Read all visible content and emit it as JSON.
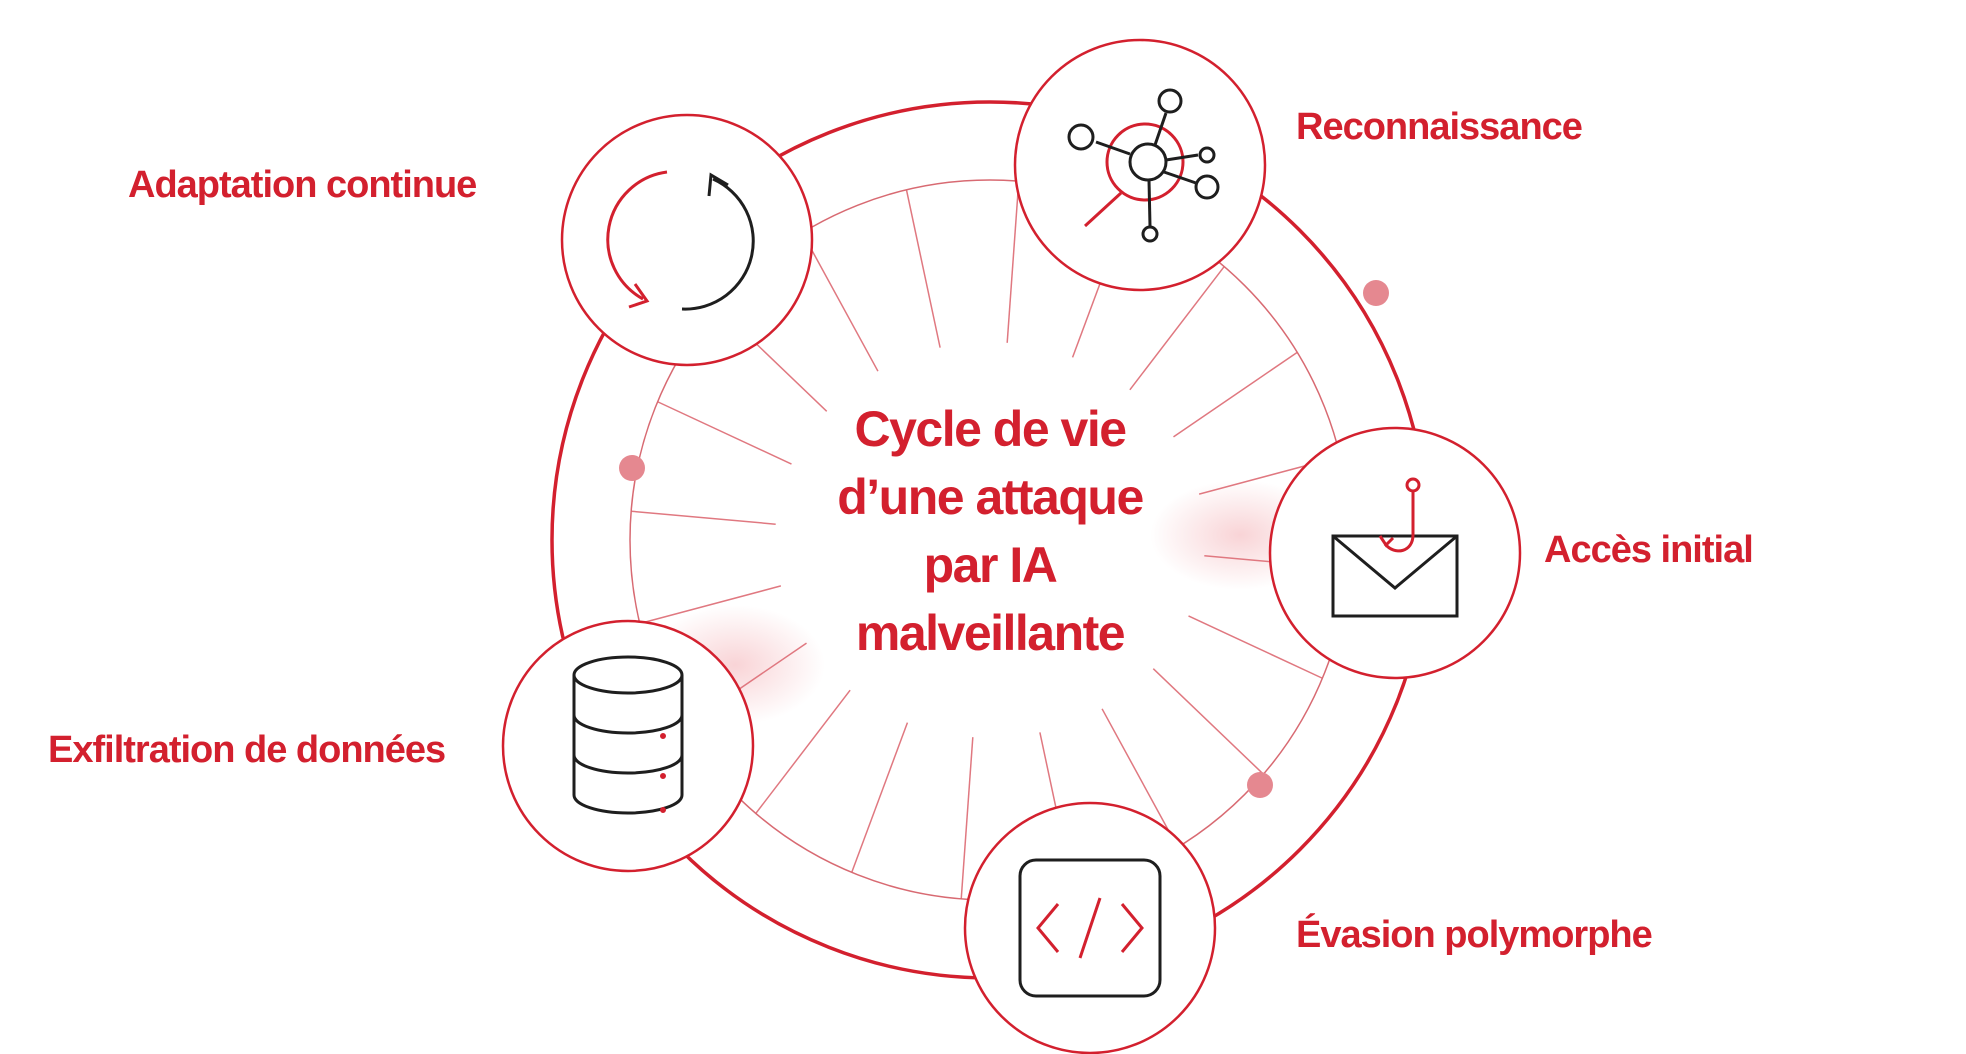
{
  "colors": {
    "accent": "#d3202e",
    "icon_dark": "#1e1e1e",
    "spoke": "#e07880",
    "background": "#ffffff"
  },
  "title_lines": [
    "Cycle de vie",
    "d’une attaque",
    "par IA",
    "malveillante"
  ],
  "stages": [
    {
      "label": "Reconnaissance",
      "icon": "network-scan-icon"
    },
    {
      "label": "Accès initial",
      "icon": "phishing-email-icon"
    },
    {
      "label": "Évasion polymorphe",
      "icon": "code-brackets-icon"
    },
    {
      "label": "Exfiltration de données",
      "icon": "database-icon"
    },
    {
      "label": "Adaptation continue",
      "icon": "refresh-cycle-icon"
    }
  ]
}
